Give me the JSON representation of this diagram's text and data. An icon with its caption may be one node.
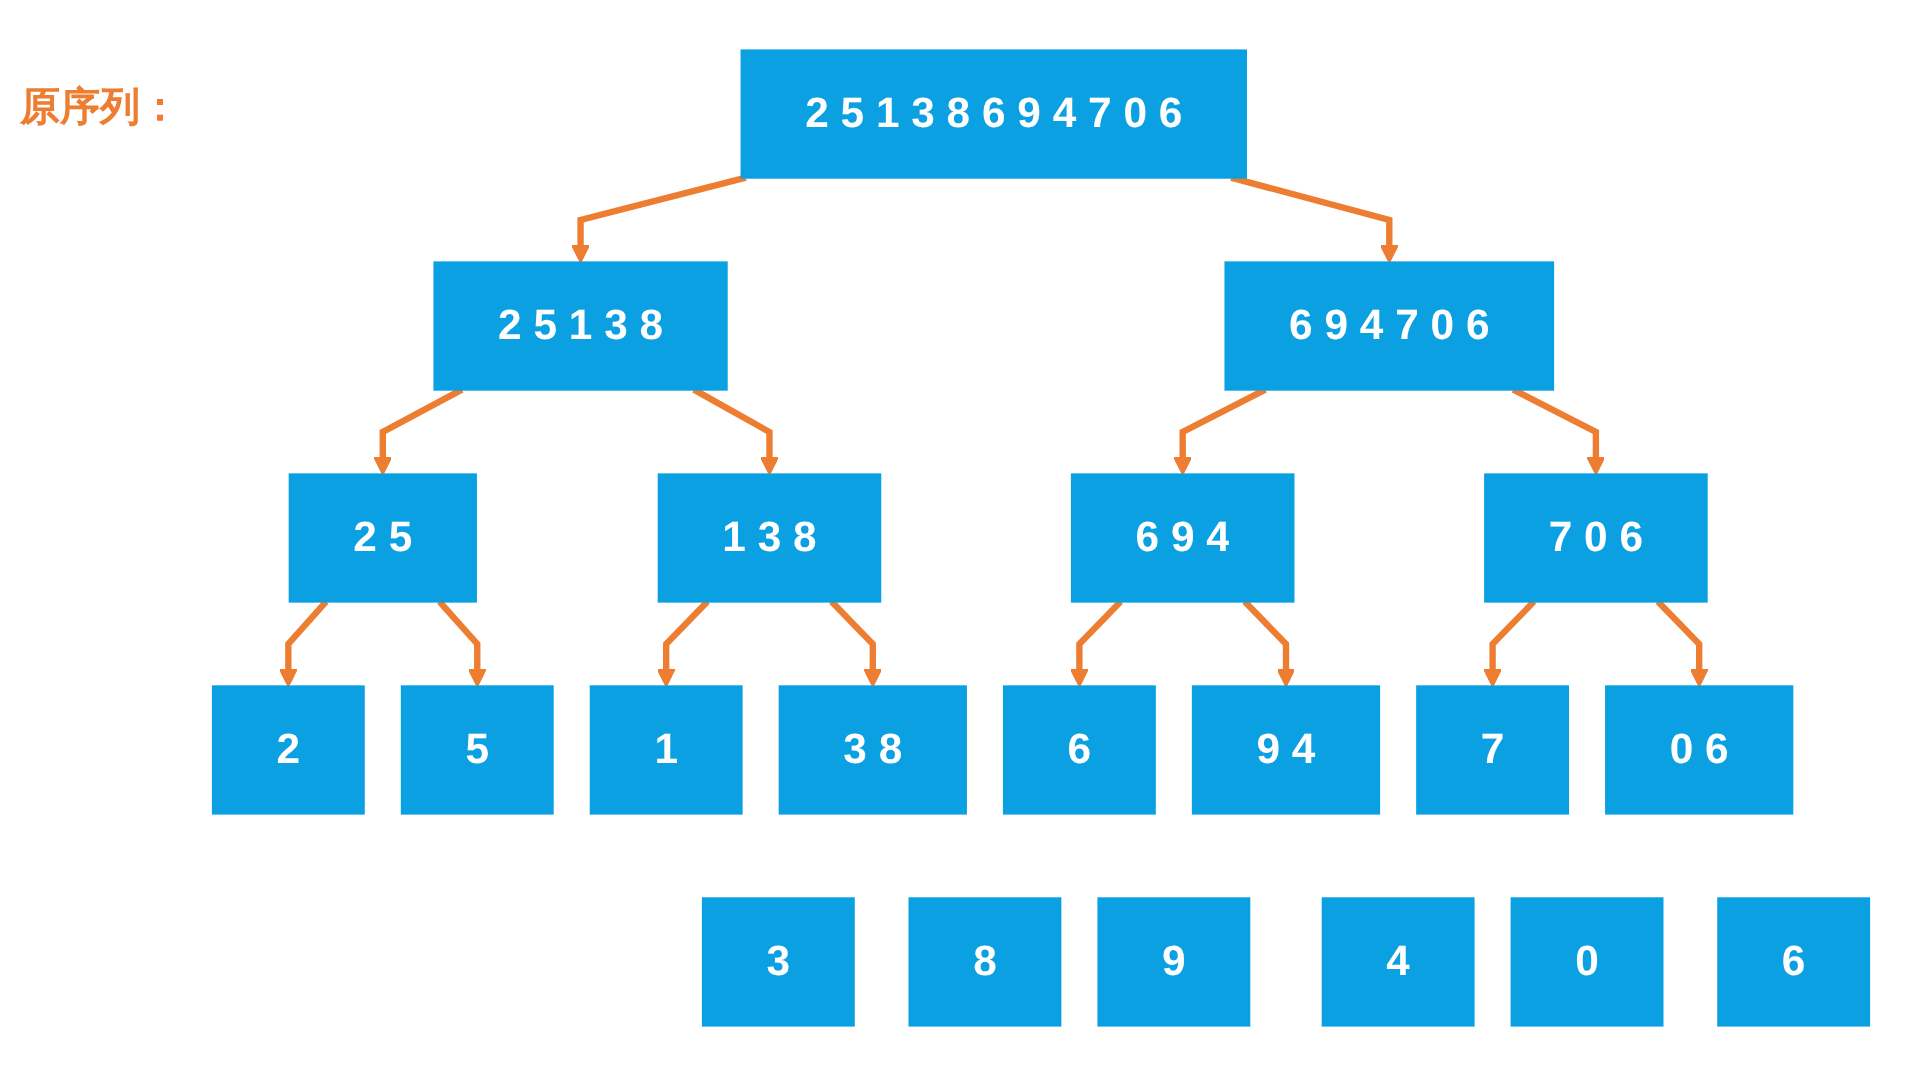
{
  "diagram": {
    "nodes": [
      {
        "text": [
          "2 5 1 3 8 6 9 4 7 0 6"
        ]
      },
      {
        "text": [
          "2 5 1 3 8"
        ]
      },
      {
        "text": [
          "6 9 4 7 0 6"
        ]
      },
      {
        "text": [
          "2 5"
        ]
      },
      {
        "text": [
          "1 3 8"
        ]
      },
      {
        "text": [
          "6 9 4"
        ]
      },
      {
        "text": [
          "7 0 6"
        ]
      },
      {
        "text": [
          "2"
        ]
      },
      {
        "text": [
          "5"
        ]
      },
      {
        "text": [
          "1"
        ]
      },
      {
        "text": [
          "3 8"
        ]
      },
      {
        "text": [
          "6"
        ]
      },
      {
        "text": [
          "9 4"
        ]
      },
      {
        "text": [
          "7"
        ]
      },
      {
        "text": [
          "0 6"
        ]
      },
      {
        "text": [
          "3"
        ]
      },
      {
        "text": [
          "8"
        ]
      },
      {
        "text": [
          "9"
        ]
      },
      {
        "text": [
          "4"
        ]
      },
      {
        "text": [
          "0"
        ]
      },
      {
        "text": [
          "6"
        ]
      }
    ],
    "edges": [
      {
        "from": 0,
        "to": 1,
        "arrow": "to"
      },
      {
        "from": 0,
        "to": 2,
        "arrow": "to"
      },
      {
        "from": 1,
        "to": 3,
        "arrow": "to"
      },
      {
        "from": 1,
        "to": 4,
        "arrow": "to"
      },
      {
        "from": 2,
        "to": 5,
        "arrow": "to"
      },
      {
        "from": 2,
        "to": 6,
        "arrow": "to"
      },
      {
        "from": 3,
        "to": 7,
        "arrow": "to"
      },
      {
        "from": 3,
        "to": 8,
        "arrow": "to"
      },
      {
        "from": 4,
        "to": 9,
        "arrow": "to"
      },
      {
        "from": 4,
        "to": 10,
        "arrow": "to"
      },
      {
        "from": 5,
        "to": 11,
        "arrow": "to"
      },
      {
        "from": 5,
        "to": 12,
        "arrow": "to"
      },
      {
        "from": 6,
        "to": 13,
        "arrow": "to"
      },
      {
        "from": 6,
        "to": 14,
        "arrow": "to"
      }
    ],
    "labels": [
      "原序列："
    ]
  }
}
